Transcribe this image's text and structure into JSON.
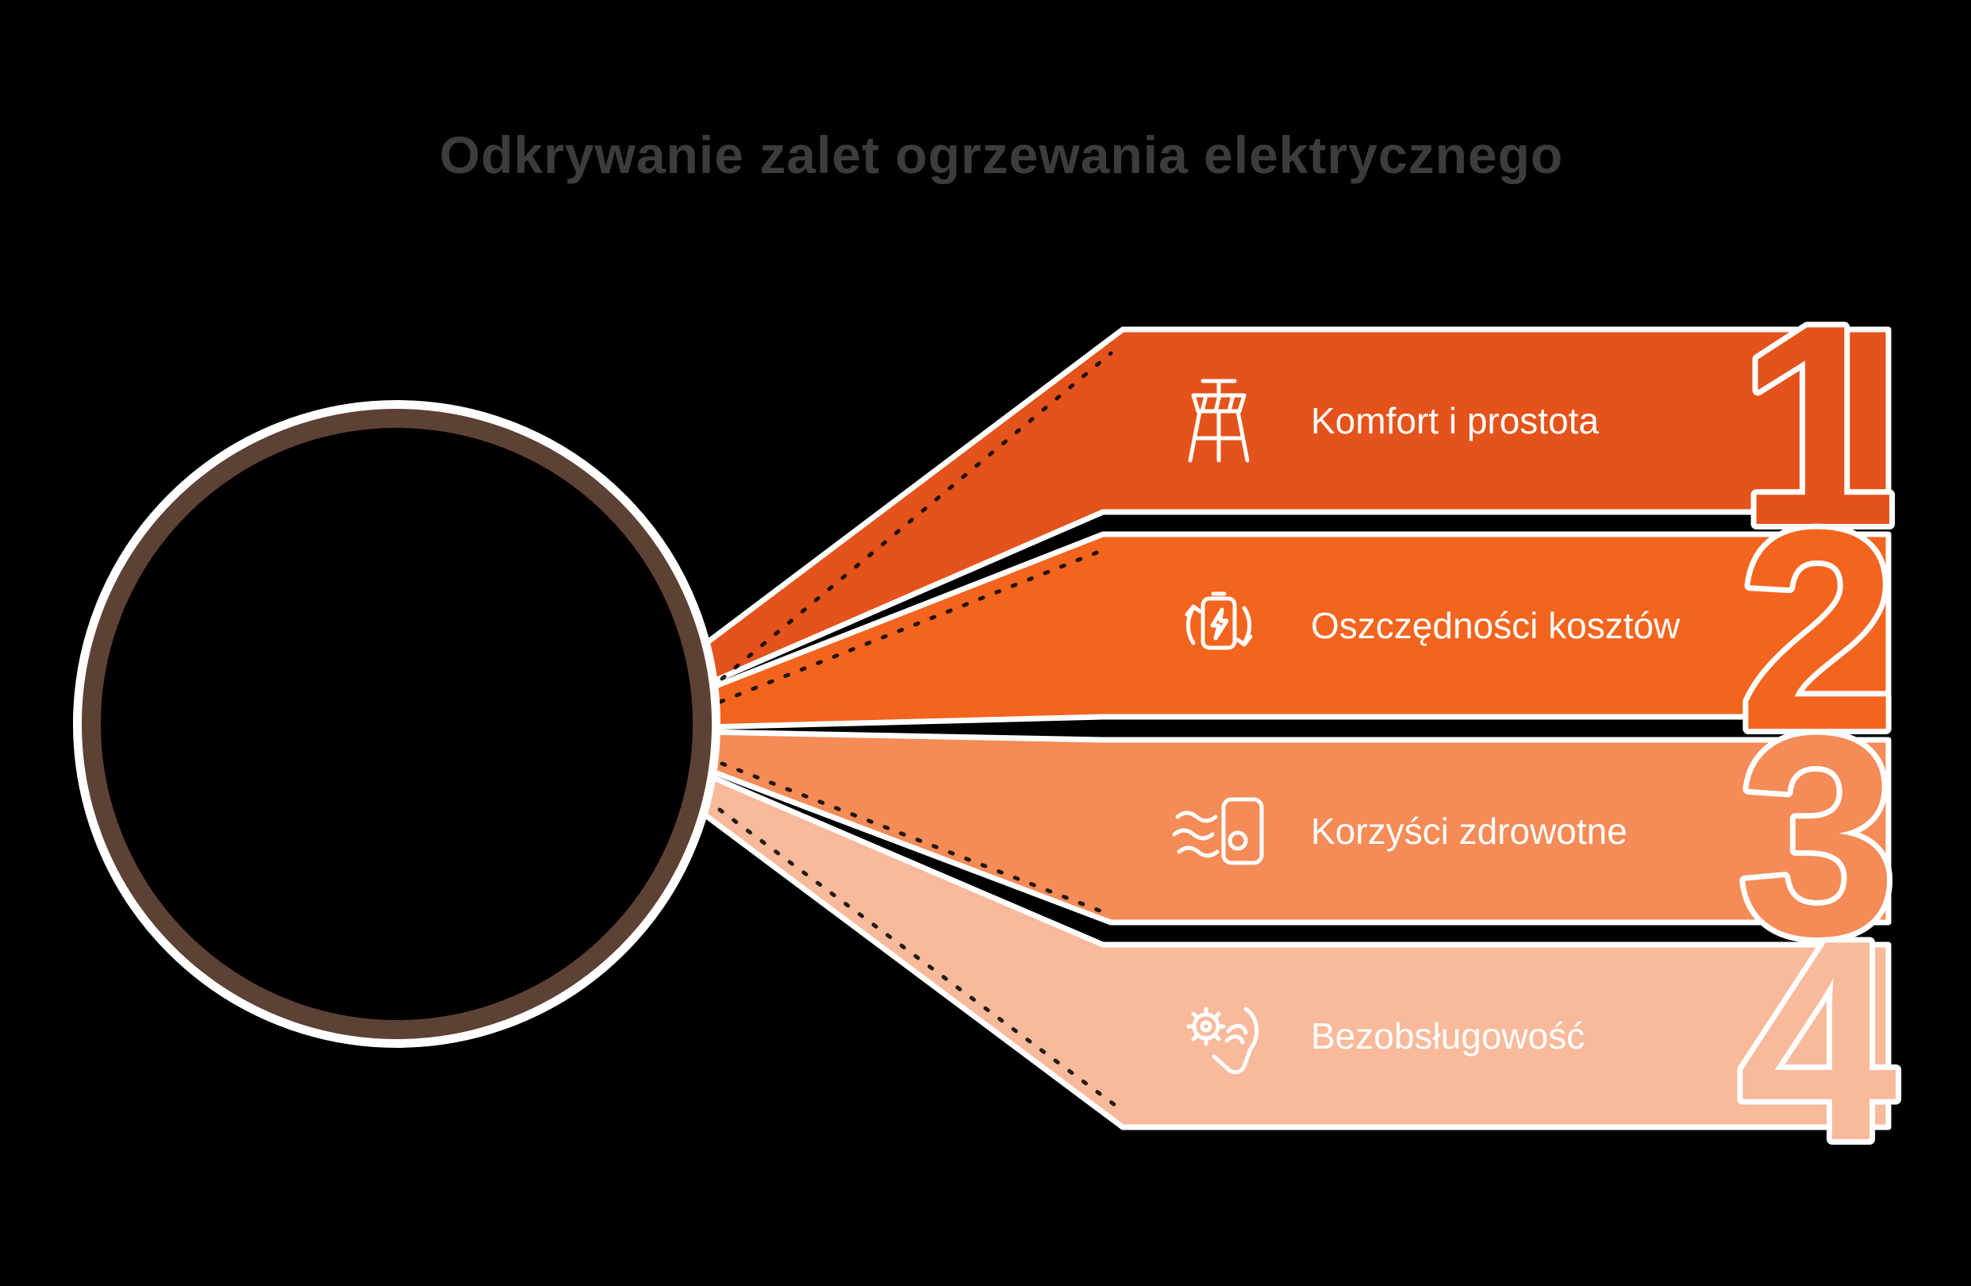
{
  "title": "Odkrywanie zalet ogrzewania elektrycznego",
  "colors": {
    "background": "#000000",
    "title_text": "#3c3c3c",
    "circle_ring": "#5d4134",
    "outline_white": "#ffffff",
    "label_text": "#ffffff"
  },
  "steps": [
    {
      "number": "1",
      "label": "Komfort i prostota",
      "color": "#e4531b",
      "icon": "stool-icon"
    },
    {
      "number": "2",
      "label": "Oszczędności kosztów",
      "color": "#f3641e",
      "icon": "battery-recycle-icon"
    },
    {
      "number": "3",
      "label": "Korzyści zdrowotne",
      "color": "#f58b57",
      "icon": "air-flow-icon"
    },
    {
      "number": "4",
      "label": "Bezobsługowość",
      "color": "#f8ba9b",
      "icon": "gear-hand-icon"
    }
  ]
}
